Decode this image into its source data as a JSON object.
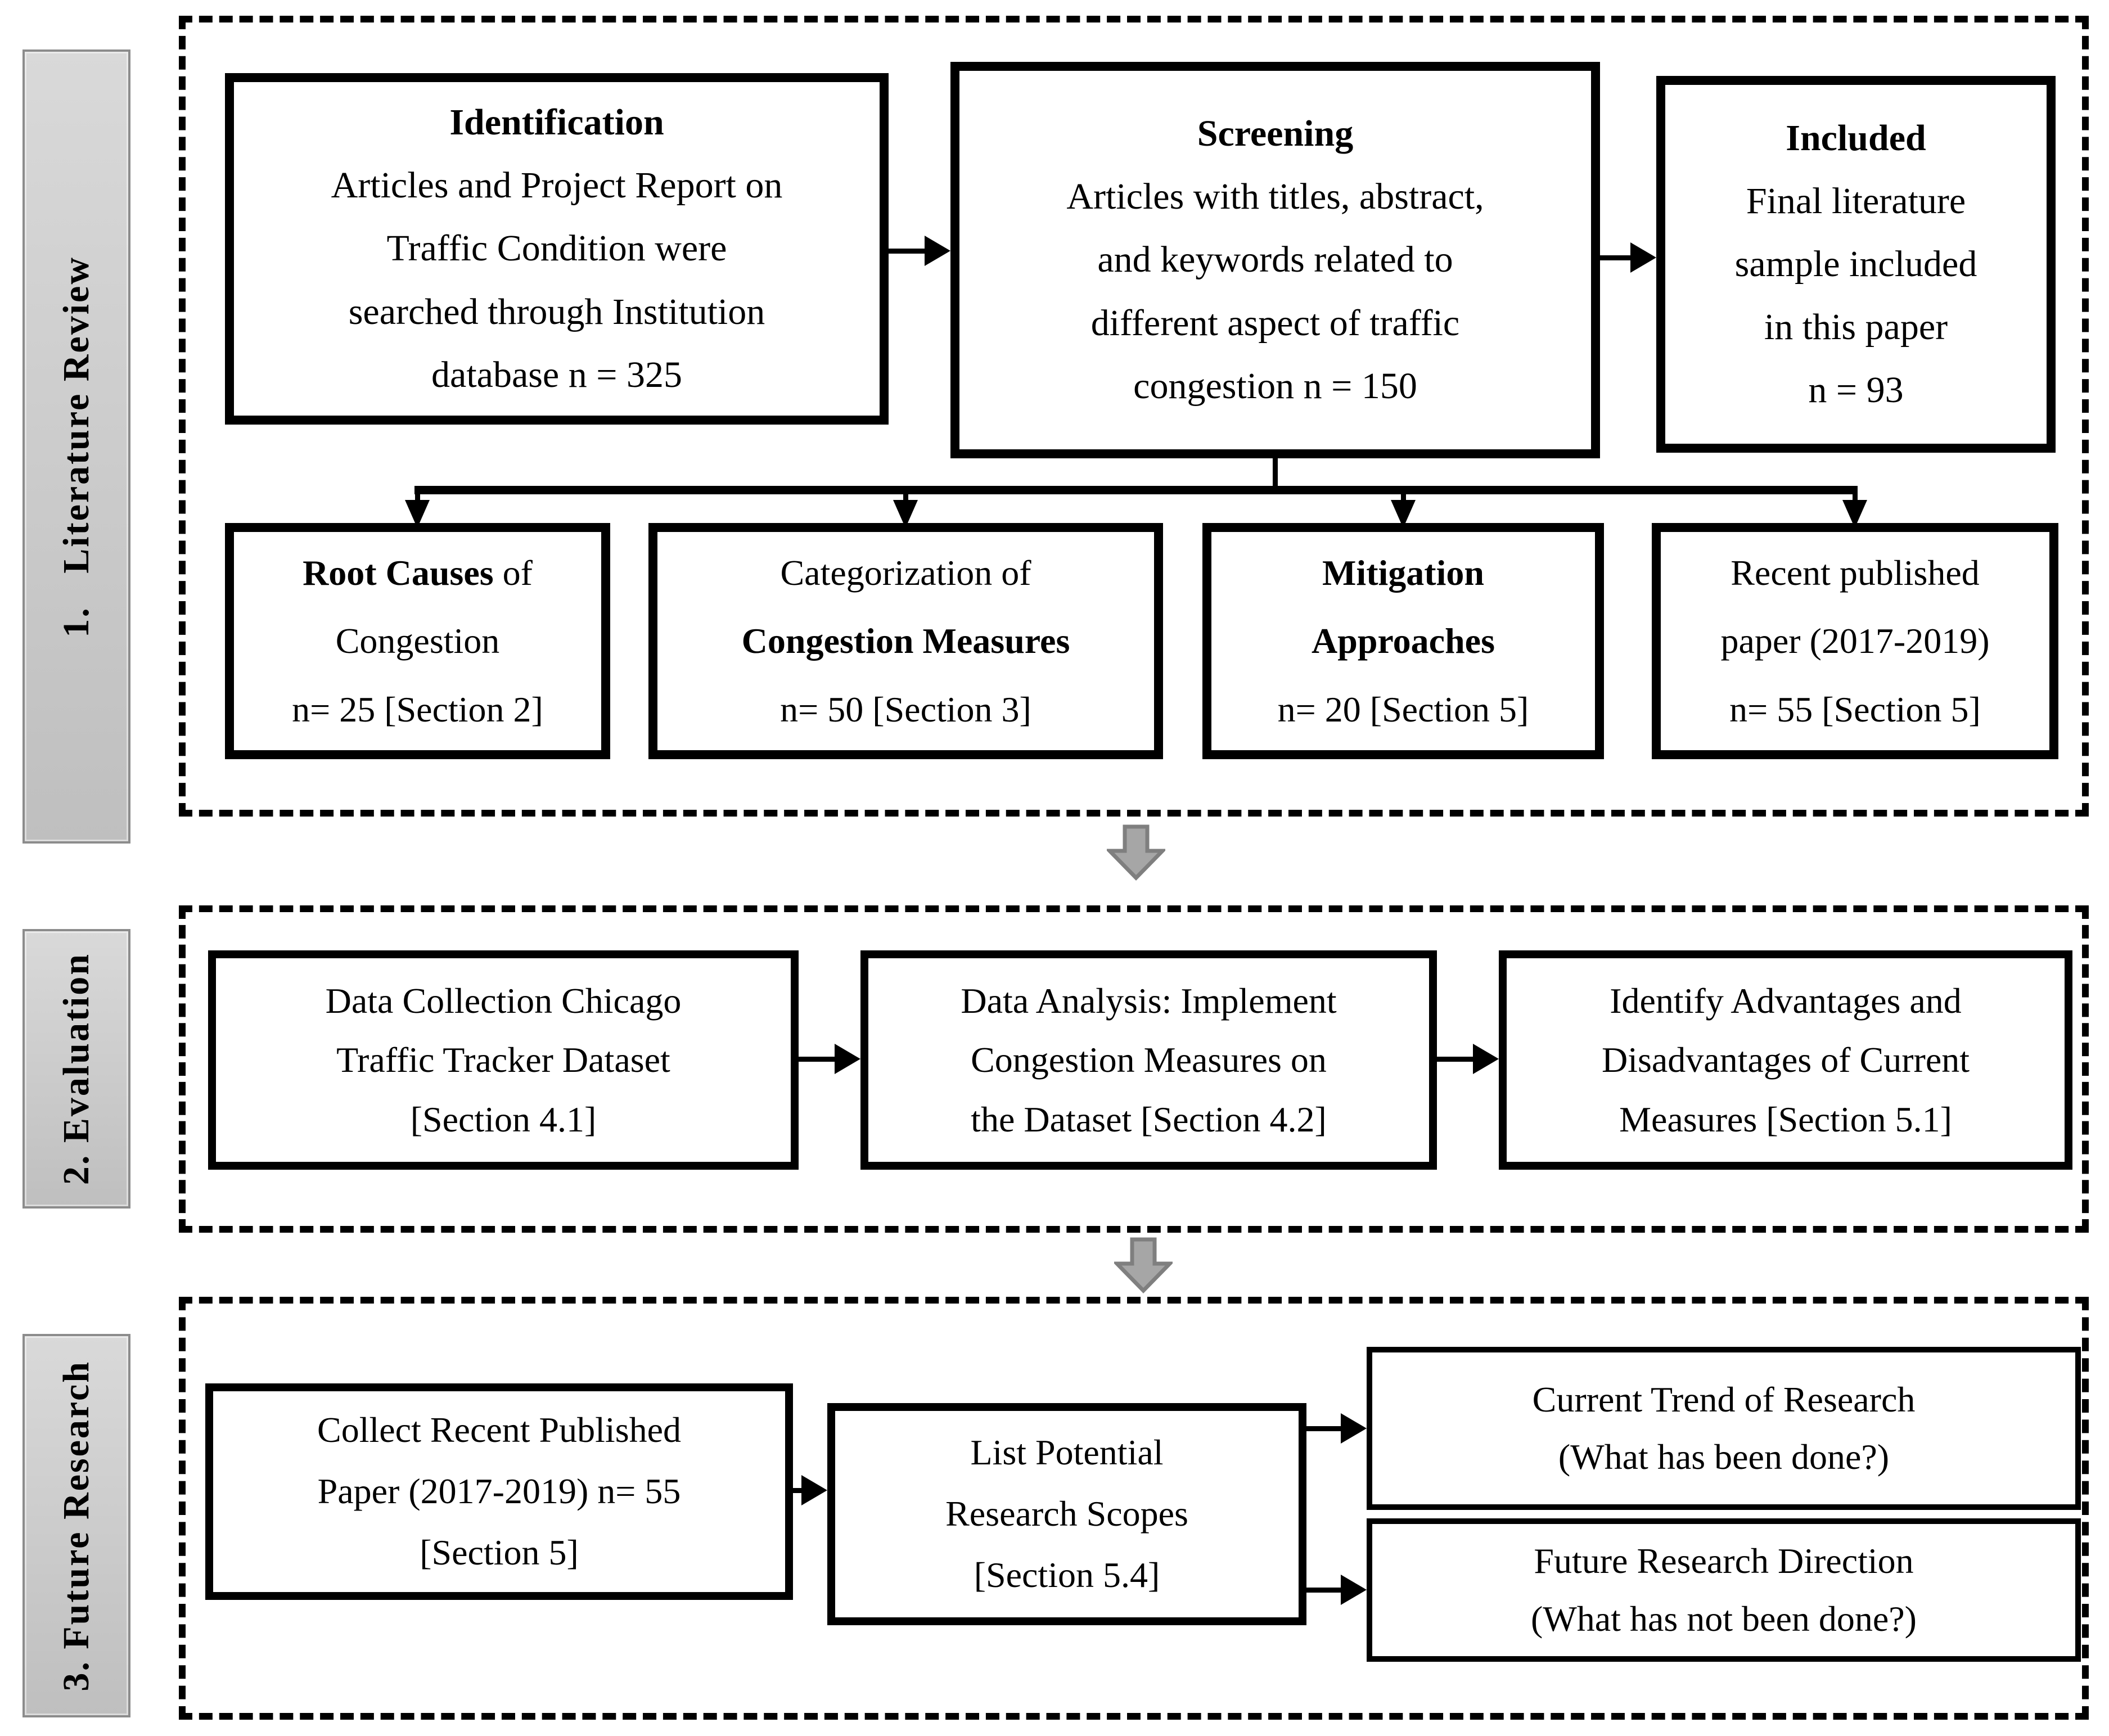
{
  "palette": {
    "background": "#ffffff",
    "line_color": "#000000",
    "sidebar_fill_top": "#d9d9d9",
    "sidebar_fill_bottom": "#bfbfbf",
    "sidebar_border": "#8c8c8c",
    "flow_arrow_fill": "#a6a6a6",
    "flow_arrow_outline": "#7f7f7f"
  },
  "sections": {
    "literature_review": {
      "label": "1.   Literature Review"
    },
    "evaluation": {
      "label": "2. Evaluation"
    },
    "future_research": {
      "label": "3. Future Research"
    }
  },
  "boxes": {
    "identification": [
      [
        {
          "t": "Identification",
          "b": true
        }
      ],
      [
        {
          "t": "Articles and Project Report on",
          "b": false
        }
      ],
      [
        {
          "t": "Traffic Condition were",
          "b": false
        }
      ],
      [
        {
          "t": "searched through Institution",
          "b": false
        }
      ],
      [
        {
          "t": "database n = 325",
          "b": false
        }
      ]
    ],
    "screening": [
      [
        {
          "t": "Screening",
          "b": true
        }
      ],
      [
        {
          "t": "Articles with titles, abstract,",
          "b": false
        }
      ],
      [
        {
          "t": "and keywords related to",
          "b": false
        }
      ],
      [
        {
          "t": "different aspect of traffic",
          "b": false
        }
      ],
      [
        {
          "t": "congestion n = 150",
          "b": false
        }
      ]
    ],
    "included": [
      [
        {
          "t": "Included",
          "b": true
        }
      ],
      [
        {
          "t": "Final literature",
          "b": false
        }
      ],
      [
        {
          "t": "sample included",
          "b": false
        }
      ],
      [
        {
          "t": "in this paper",
          "b": false
        }
      ],
      [
        {
          "t": "n = 93",
          "b": false
        }
      ]
    ],
    "root_causes": [
      [
        {
          "t": "Root Causes",
          "b": true
        },
        {
          "t": " of",
          "b": false
        }
      ],
      [
        {
          "t": "Congestion",
          "b": false
        }
      ],
      [
        {
          "t": "n= 25 [Section 2]",
          "b": false
        }
      ]
    ],
    "categorization": [
      [
        {
          "t": "Categorization of",
          "b": false
        }
      ],
      [
        {
          "t": "Congestion Measures",
          "b": true
        }
      ],
      [
        {
          "t": "n= 50 [Section 3]",
          "b": false
        }
      ]
    ],
    "mitigation": [
      [
        {
          "t": "Mitigation",
          "b": true
        }
      ],
      [
        {
          "t": "Approaches",
          "b": true
        }
      ],
      [
        {
          "t": "n= 20 [Section 5]",
          "b": false
        }
      ]
    ],
    "recent_published": [
      [
        {
          "t": "Recent published",
          "b": false
        }
      ],
      [
        {
          "t": "paper (2017-2019)",
          "b": false
        }
      ],
      [
        {
          "t": "n= 55 [Section 5]",
          "b": false
        }
      ]
    ],
    "data_collection": [
      [
        {
          "t": "Data Collection Chicago",
          "b": false
        }
      ],
      [
        {
          "t": "Traffic Tracker Dataset",
          "b": false
        }
      ],
      [
        {
          "t": "[Section 4.1]",
          "b": false
        }
      ]
    ],
    "data_analysis": [
      [
        {
          "t": "Data Analysis: Implement",
          "b": false
        }
      ],
      [
        {
          "t": "Congestion Measures on",
          "b": false
        }
      ],
      [
        {
          "t": "the Dataset [Section 4.2]",
          "b": false
        }
      ]
    ],
    "identify_advantages": [
      [
        {
          "t": "Identify Advantages and",
          "b": false
        }
      ],
      [
        {
          "t": "Disadvantages of Current",
          "b": false
        }
      ],
      [
        {
          "t": "Measures [Section 5.1]",
          "b": false
        }
      ]
    ],
    "collect_recent": [
      [
        {
          "t": "Collect Recent Published",
          "b": false
        }
      ],
      [
        {
          "t": "Paper (2017-2019) n= 55",
          "b": false
        }
      ],
      [
        {
          "t": "[Section 5]",
          "b": false
        }
      ]
    ],
    "list_potential": [
      [
        {
          "t": "List Potential",
          "b": false
        }
      ],
      [
        {
          "t": "Research Scopes",
          "b": false
        }
      ],
      [
        {
          "t": "[Section 5.4]",
          "b": false
        }
      ]
    ],
    "current_trend": [
      [
        {
          "t": "Current Trend of Research",
          "b": false
        }
      ],
      [
        {
          "t": "(What has been done?)",
          "b": false
        }
      ]
    ],
    "future_direction": [
      [
        {
          "t": "Future Research Direction",
          "b": false
        }
      ],
      [
        {
          "t": "(What has not been done?)",
          "b": false
        }
      ]
    ]
  }
}
